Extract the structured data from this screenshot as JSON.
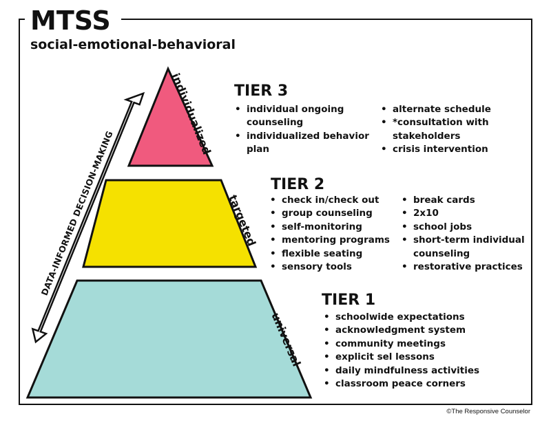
{
  "header": {
    "title": "MTSS",
    "subtitle": "social-emotional-behavioral"
  },
  "arrow": {
    "label": "DATA-INFORMED DECISION-MAKING"
  },
  "colors": {
    "tier3_fill": "#f05a7e",
    "tier2_fill": "#f5e100",
    "tier1_fill": "#a5dbd8",
    "outline": "#111111"
  },
  "tiers": {
    "tier3": {
      "heading": "TIER 3",
      "side_label": "individualized",
      "col1": [
        "individual ongoing counseling",
        "individualized behavior plan"
      ],
      "col2": [
        "alternate schedule",
        "*consultation with stakeholders",
        "crisis intervention"
      ]
    },
    "tier2": {
      "heading": "TIER 2",
      "side_label": "targeted",
      "col1": [
        "check in/check out",
        "group counseling",
        "self-monitoring",
        "mentoring programs",
        "flexible seating",
        "sensory tools"
      ],
      "col2": [
        "break cards",
        "2x10",
        "school jobs",
        "short-term individual counseling",
        "restorative practices"
      ]
    },
    "tier1": {
      "heading": "TIER 1",
      "side_label": "universal",
      "col1": [
        "schoolwide expectations",
        "acknowledgment system",
        "community meetings",
        "explicit sel lessons",
        "daily mindfulness activities",
        "classroom peace corners"
      ]
    }
  },
  "footer": {
    "credit": "©The Responsive Counselor"
  }
}
